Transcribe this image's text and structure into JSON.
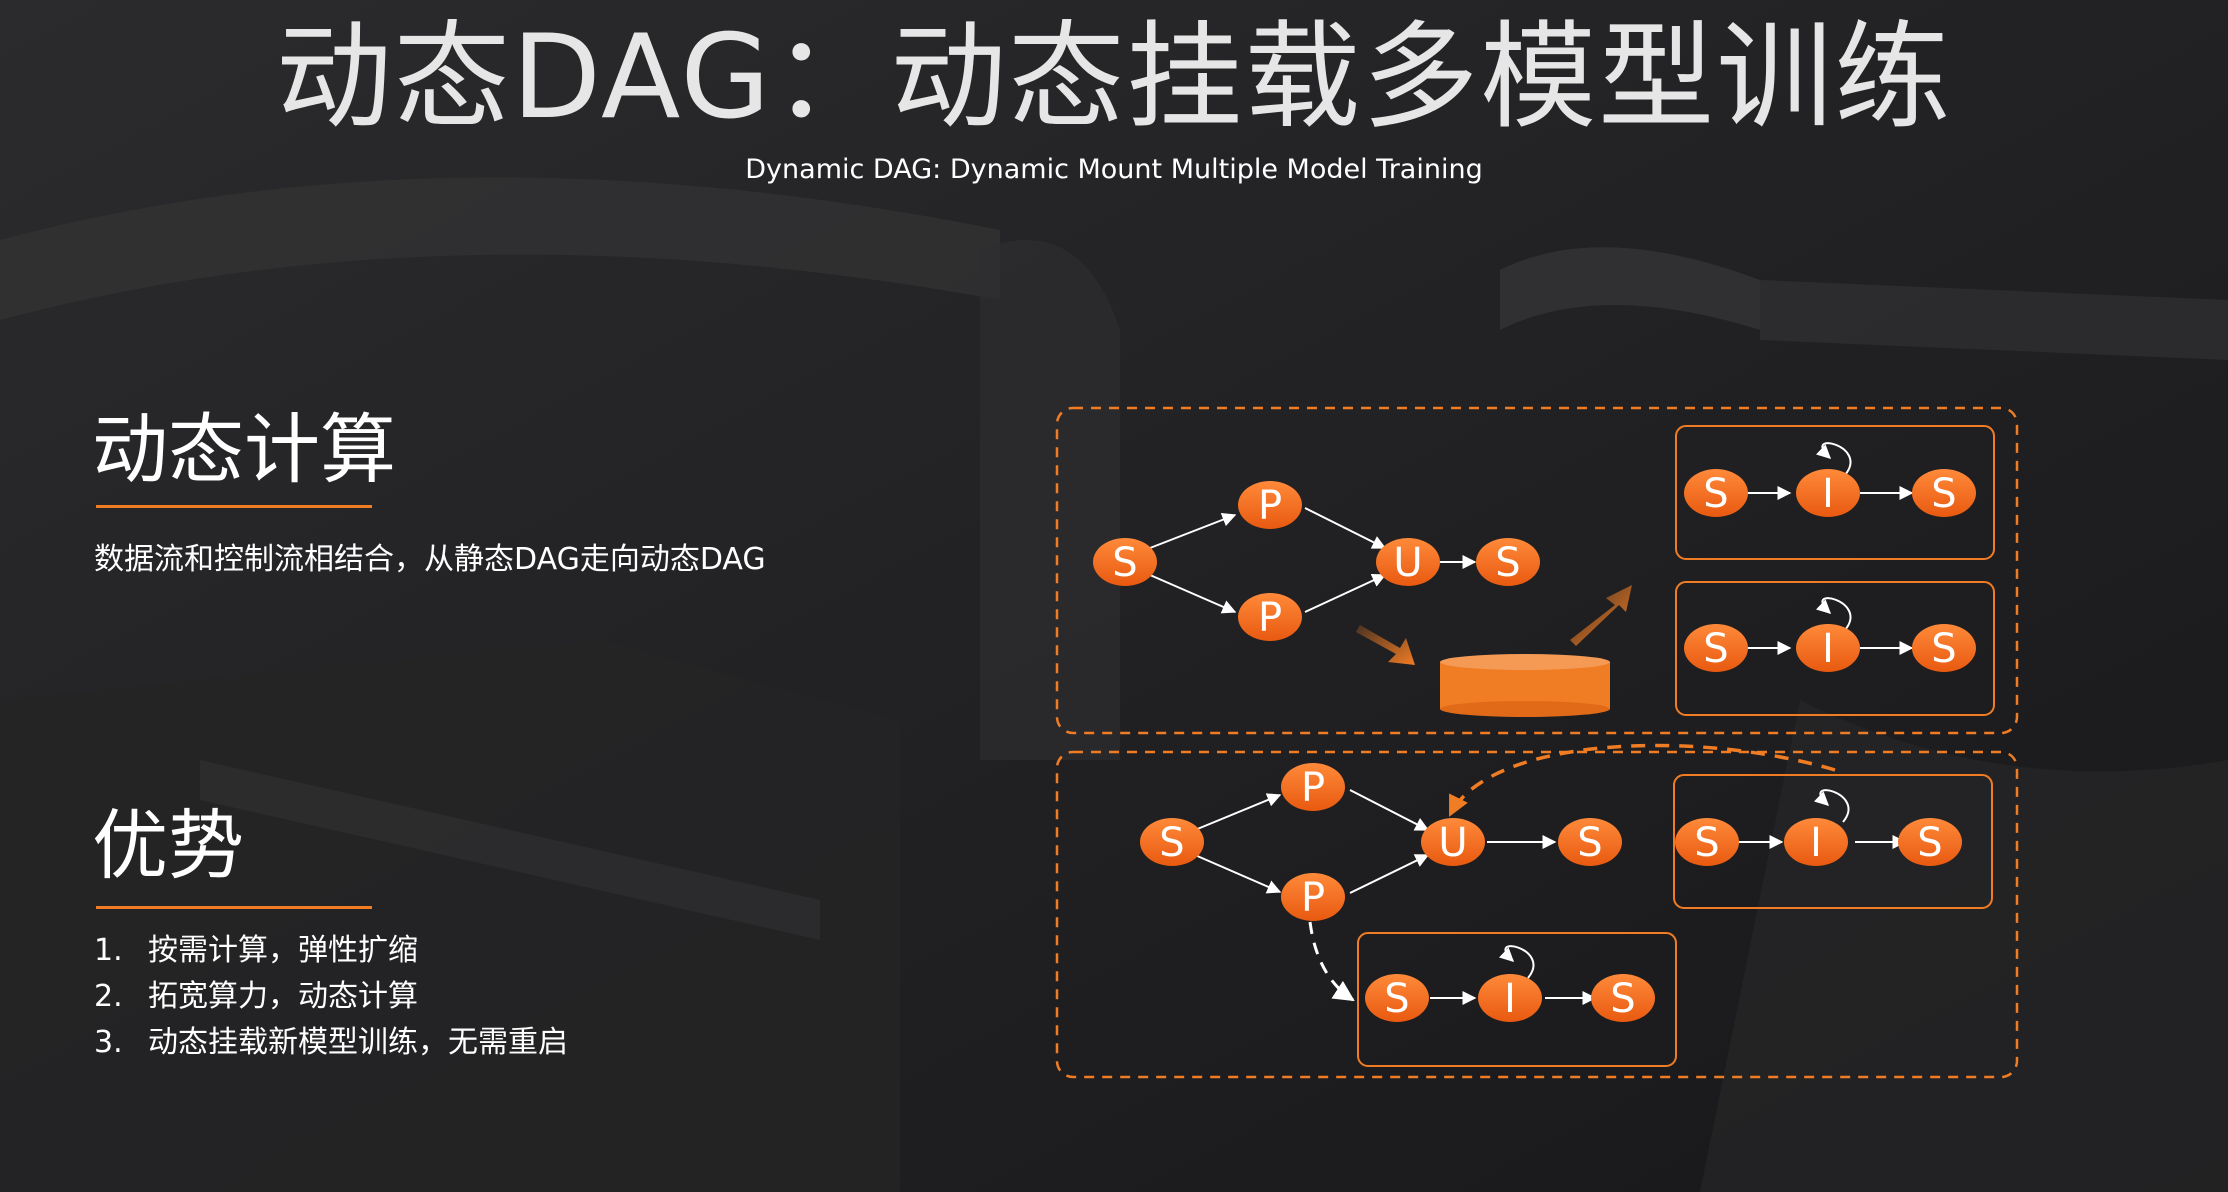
{
  "title": "动态DAG：动态挂载多模型训练",
  "subtitle": "Dynamic DAG: Dynamic Mount Multiple Model Training",
  "section_compute": {
    "heading": "动态计算",
    "text": "数据流和控制流相结合，从静态DAG走向动态DAG"
  },
  "section_advantages": {
    "heading": "优势",
    "items": [
      {
        "num": "1.",
        "text": "按需计算，弹性扩缩"
      },
      {
        "num": "2.",
        "text": "拓宽算力，动态计算"
      },
      {
        "num": "3.",
        "text": "动态挂载新模型训练，无需重启"
      }
    ]
  },
  "diagram": {
    "labels": {
      "s": "S",
      "p": "P",
      "u": "U",
      "i": "I"
    },
    "colors": {
      "accent": "#f07c24",
      "node": "#f26b1d",
      "edge": "#ffffff",
      "background": "#1f1f21"
    }
  }
}
